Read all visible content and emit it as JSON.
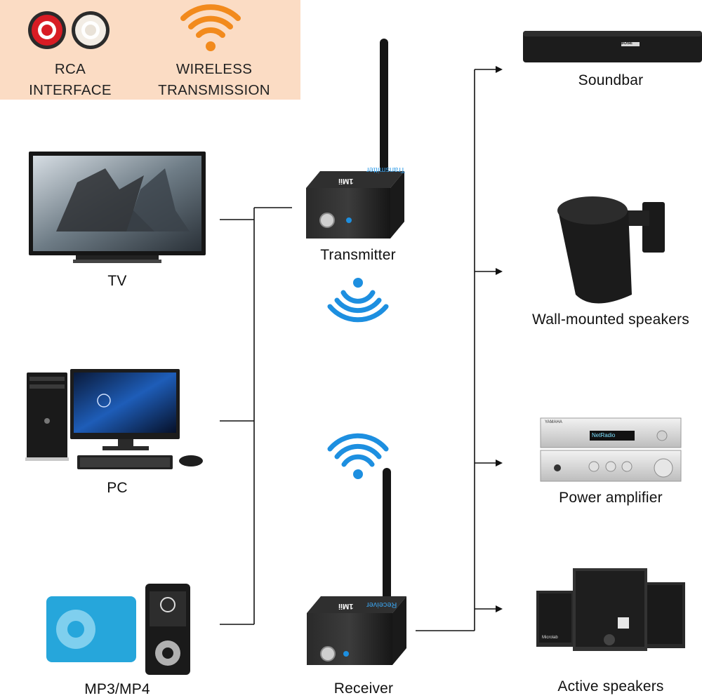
{
  "features": {
    "rca": {
      "line1": "RCA",
      "line2": "INTERFACE",
      "icon": "rca-jacks-icon",
      "colors": {
        "red": "#d81c24",
        "white": "#f2ece4"
      }
    },
    "wireless": {
      "line1": "WIRELESS",
      "line2": "TRANSMISSION",
      "icon": "wifi-icon",
      "color": "#f28a1c"
    }
  },
  "sources": [
    {
      "label": "TV",
      "image": "tv-image"
    },
    {
      "label": "PC",
      "image": "pc-image"
    },
    {
      "label": "MP3/MP4",
      "image": "mp3-player-image"
    }
  ],
  "center": {
    "transmitter": {
      "label": "Transmitter",
      "device_text": "Transmitter",
      "brand": "1Mii"
    },
    "receiver": {
      "label": "Receiver",
      "device_text": "Receiver",
      "brand": "1Mii"
    },
    "signal_color": "#1d8fe0"
  },
  "outputs": [
    {
      "label": "Soundbar",
      "image": "soundbar-image",
      "brand": "BOSE"
    },
    {
      "label": "Wall-mounted speakers",
      "image": "wall-speaker-image"
    },
    {
      "label": "Power amplifier",
      "image": "amplifier-image",
      "display": "NetRadio",
      "brand": "YAMAHA"
    },
    {
      "label": "Active speakers",
      "image": "active-speakers-image",
      "brand": "Microlab"
    }
  ]
}
